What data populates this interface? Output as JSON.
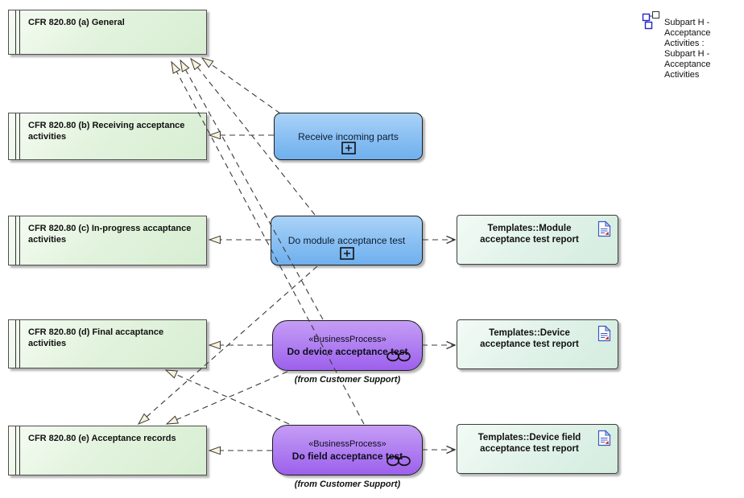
{
  "diagram": {
    "reference_label": "Subpart H -\nAcceptance\nActivities :\nSubpart H -\nAcceptance\nActivities"
  },
  "requirements": [
    {
      "label": "CFR 820.80 (a) General"
    },
    {
      "label": "CFR 820.80 (b) Receiving acceptance activities"
    },
    {
      "label": "CFR 820.80 (c) In-progress accaptance activities"
    },
    {
      "label": "CFR 820.80 (d) Final accaptance activities"
    },
    {
      "label": "CFR 820.80 (e) Acceptance records"
    }
  ],
  "activities": [
    {
      "label": "Receive incoming parts",
      "composite_icon": "plus-box-icon"
    },
    {
      "label": "Do module acceptance test",
      "composite_icon": "plus-box-icon"
    }
  ],
  "business_processes": [
    {
      "stereotype": "«BusinessProcess»",
      "label": "Do device acceptance test",
      "origin": "(from Customer Support)",
      "icon": "chain-link-icon"
    },
    {
      "stereotype": "«BusinessProcess»",
      "label": "Do field acceptance test",
      "origin": "(from Customer Support)",
      "icon": "chain-link-icon"
    }
  ],
  "artifacts": [
    {
      "label": "Templates::Module acceptance test report",
      "icon": "document-icon"
    },
    {
      "label": "Templates::Device acceptance test report",
      "icon": "document-icon"
    },
    {
      "label": "Templates::Device field acceptance test report",
      "icon": "document-icon"
    }
  ],
  "colors": {
    "requirement_fill": "#ddf0d8",
    "activity_fill": "#8ec2f3",
    "business_process_fill": "#b282f1",
    "artifact_fill": "#e2f3ea",
    "connector": "#3a3a3a",
    "arrowhead_fill": "#f8f1de",
    "reference_icon_blue": "#2323cc"
  }
}
